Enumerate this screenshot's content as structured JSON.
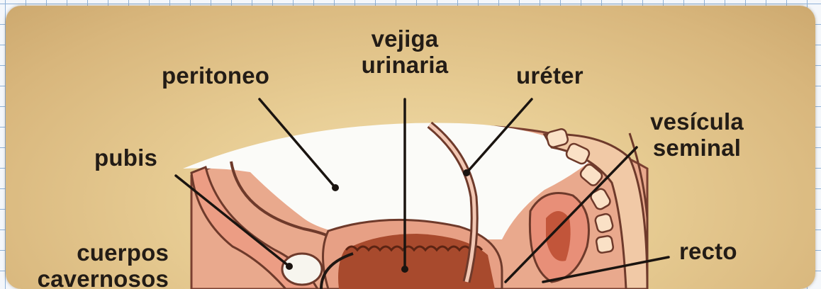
{
  "labels": {
    "peritoneo": "peritoneo",
    "vejiga_line1": "vejiga",
    "vejiga_line2": "urinaria",
    "ureter": "uréter",
    "vesicula_line1": "vesícula",
    "vesicula_line2": "seminal",
    "pubis": "pubis",
    "cuerpos_line1": "cuerpos",
    "cuerpos_line2": "cavernosos",
    "recto": "recto"
  },
  "colors": {
    "background_card": "#e7cc93",
    "organ_pink": "#e39a82",
    "organ_dark": "#b86b54",
    "bladder_interior": "#a84a2d",
    "peritoneum_white": "#fbfbf8",
    "leader_line": "#1a1410"
  }
}
